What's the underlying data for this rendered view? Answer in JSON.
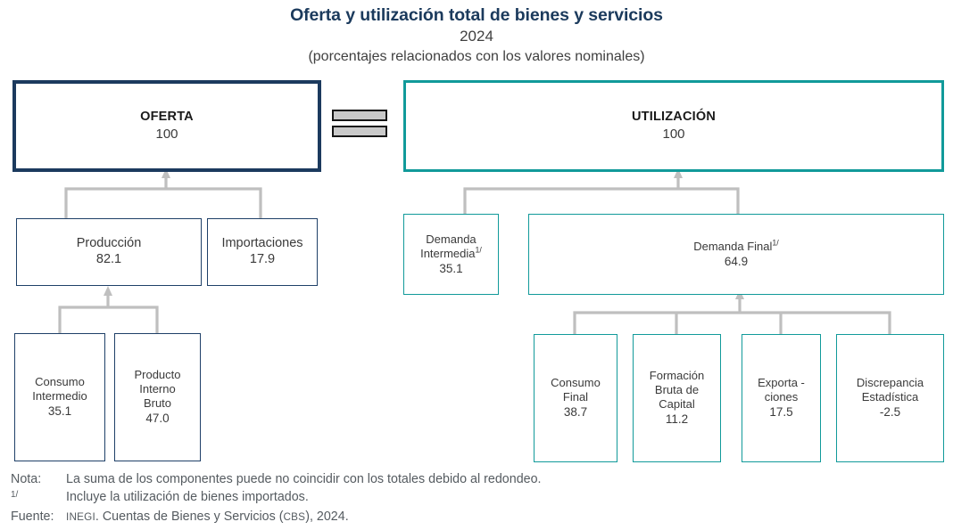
{
  "header": {
    "title": "Oferta y utilización total de bienes y servicios",
    "year": "2024",
    "subtitle": "(porcentajes relacionados con los valores nominales)"
  },
  "chart_data": {
    "type": "diagram",
    "title": "Oferta y utilización total de bienes y servicios",
    "subtitle": "2024 (porcentajes relacionados con los valores nominales)",
    "unit": "porcentaje",
    "nodes": [
      {
        "id": "oferta",
        "label": "OFERTA",
        "value": "100",
        "side": "left",
        "level": 1
      },
      {
        "id": "utilizacion",
        "label": "UTILIZACIÓN",
        "value": "100",
        "side": "right",
        "level": 1
      },
      {
        "id": "produccion",
        "label": "Producción",
        "value": "82.1",
        "side": "left",
        "level": 2
      },
      {
        "id": "importaciones",
        "label": "Importaciones",
        "value": "17.9",
        "side": "left",
        "level": 2
      },
      {
        "id": "consumo-intermedio",
        "label": "Consumo\nIntermedio",
        "value": "35.1",
        "side": "left",
        "level": 3
      },
      {
        "id": "pib",
        "label": "Producto\nInterno\nBruto",
        "value": "47.0",
        "side": "left",
        "level": 3
      },
      {
        "id": "demanda-intermedia",
        "label": "Demanda\nIntermedia",
        "footnote": "1/",
        "value": "35.1",
        "side": "right",
        "level": 2
      },
      {
        "id": "demanda-final",
        "label": "Demanda Final",
        "footnote": "1/",
        "value": "64.9",
        "side": "right",
        "level": 2
      },
      {
        "id": "consumo-final",
        "label": "Consumo\nFinal",
        "value": "38.7",
        "side": "right",
        "level": 3
      },
      {
        "id": "fbk",
        "label": "Formación\nBruta de\nCapital",
        "value": "11.2",
        "side": "right",
        "level": 3
      },
      {
        "id": "exportaciones",
        "label": "Exporta -\nciones",
        "value": "17.5",
        "side": "right",
        "level": 3
      },
      {
        "id": "discrepancia",
        "label": "Discrepancia\nEstadística",
        "value": "-2.5",
        "side": "right",
        "level": 3
      }
    ],
    "edges": [
      {
        "from": "produccion",
        "to": "oferta"
      },
      {
        "from": "importaciones",
        "to": "oferta"
      },
      {
        "from": "consumo-intermedio",
        "to": "produccion"
      },
      {
        "from": "pib",
        "to": "produccion"
      },
      {
        "from": "demanda-intermedia",
        "to": "utilizacion"
      },
      {
        "from": "demanda-final",
        "to": "utilizacion"
      },
      {
        "from": "consumo-final",
        "to": "demanda-final"
      },
      {
        "from": "fbk",
        "to": "demanda-final"
      },
      {
        "from": "exportaciones",
        "to": "demanda-final"
      },
      {
        "from": "discrepancia",
        "to": "demanda-final"
      }
    ],
    "relation": "OFERTA = UTILIZACIÓN"
  },
  "boxes": {
    "oferta": {
      "label": "OFERTA",
      "value": "100"
    },
    "utilizacion": {
      "label": "UTILIZACIÓN",
      "value": "100"
    },
    "produccion": {
      "label": "Producción",
      "value": "82.1"
    },
    "importaciones": {
      "label": "Importaciones",
      "value": "17.9"
    },
    "consumo_intermedio": {
      "label": "Consumo\nIntermedio",
      "value": "35.1"
    },
    "pib": {
      "label": "Producto\nInterno\nBruto",
      "value": "47.0"
    },
    "demanda_intermedia": {
      "label": "Demanda\nIntermedia",
      "footnote": "1/",
      "value": "35.1"
    },
    "demanda_final": {
      "label": "Demanda Final",
      "footnote": "1/",
      "value": "64.9"
    },
    "consumo_final": {
      "label": "Consumo\nFinal",
      "value": "38.7"
    },
    "fbk": {
      "label": "Formación\nBruta de\nCapital",
      "value": "11.2"
    },
    "exportaciones": {
      "label": "Exporta -\nciones",
      "value": "17.5"
    },
    "discrepancia": {
      "label": "Discrepancia\nEstadística",
      "value": "-2.5"
    }
  },
  "equals": {
    "icon": "equals-icon",
    "meaning": "igual"
  },
  "notes": {
    "nota_label": "Nota:",
    "nota_text": "La suma de los componentes puede no coincidir con los totales debido al redondeo.",
    "fn_label": "1/",
    "fn_text": "Incluye la utilización de bienes importados.",
    "fuente_label": "Fuente:",
    "fuente_org": "INEGI",
    "fuente_mid": ". Cuentas de Bienes y Servicios (",
    "fuente_abbr": "CBS",
    "fuente_end": "), 2024."
  },
  "colors": {
    "navy": "#1C3A5E",
    "teal": "#119A9A",
    "title": "#1B3A5C",
    "connector": "#BFBFBF",
    "text": "#3A3A3A",
    "note": "#555B60"
  }
}
